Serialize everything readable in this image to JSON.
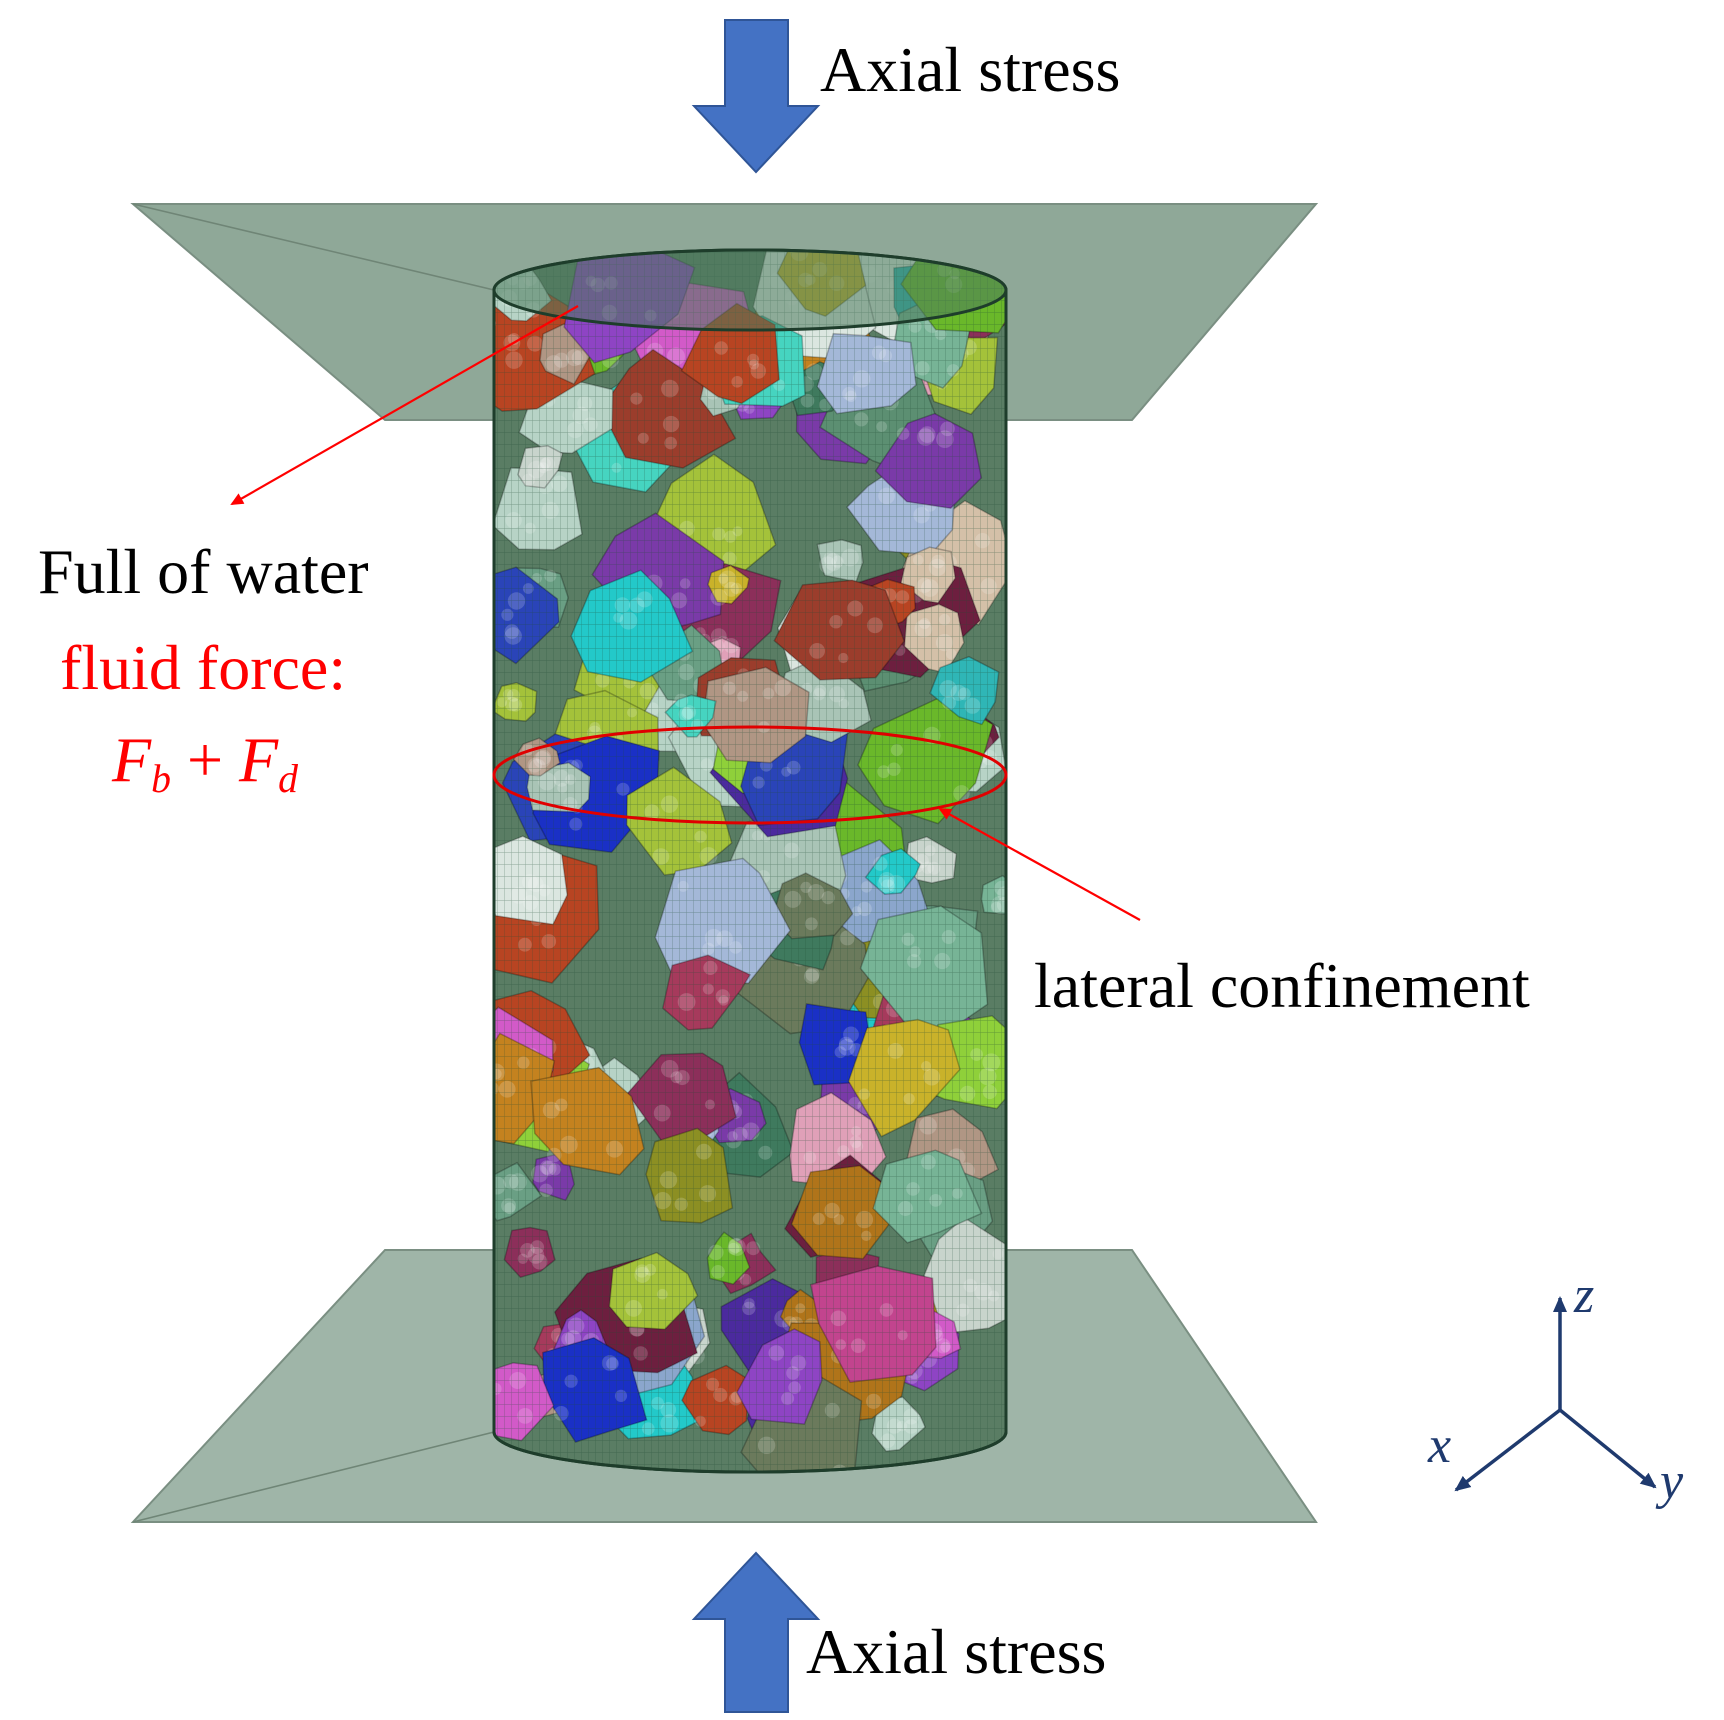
{
  "labels": {
    "axial_top": "Axial stress",
    "axial_bottom": "Axial stress",
    "water": "Full of water",
    "fluid": "fluid force:",
    "lateral": "lateral confinement"
  },
  "formula": {
    "f1": "F",
    "s1": "b",
    "op": " + ",
    "f2": "F",
    "s2": "d"
  },
  "axes": {
    "z": "z",
    "x": "x",
    "y": "y"
  },
  "colors": {
    "arrow": "#4472c4",
    "plate": "#8fa898",
    "cylinder": "#3d6a52",
    "annotation": "#ff0000",
    "axes": "#1f3a6e"
  },
  "particle_palette": [
    "#5c8f72",
    "#77b496",
    "#3f7a5e",
    "#6a9f84",
    "#8c2f5a",
    "#6d1f3f",
    "#9b3d2c",
    "#b84422",
    "#7a3aa8",
    "#8e44c4",
    "#4b2a9e",
    "#2a44b8",
    "#1a30c6",
    "#23c9c9",
    "#2fb6b6",
    "#46d4c0",
    "#8fd03a",
    "#6ab82a",
    "#a4c23a",
    "#c9b22a",
    "#b89b1f",
    "#8c8f23",
    "#c4821f",
    "#b0741a",
    "#a4b8d8",
    "#8ba6cc",
    "#c8d4cc",
    "#a9c4b6",
    "#d4c0a8",
    "#b09684",
    "#6b7a5c",
    "#8f8a6e",
    "#d25ac8",
    "#c2448e",
    "#a63a5c",
    "#e0a0b8",
    "#b7d3c6",
    "#dbe6e0"
  ]
}
